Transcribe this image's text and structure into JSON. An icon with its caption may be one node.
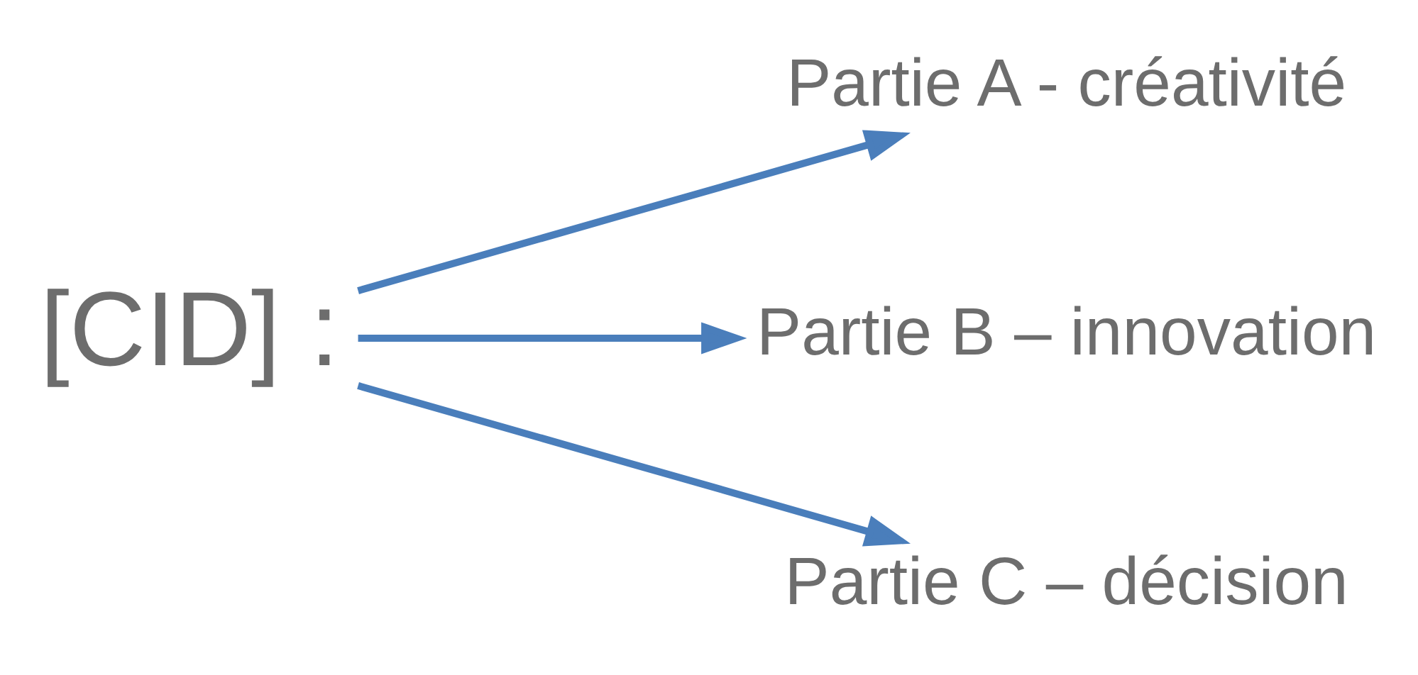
{
  "diagram": {
    "nodes": [
      {
        "text": [
          "[CID] :"
        ]
      },
      {
        "text": [
          "Partie A - créativité"
        ]
      },
      {
        "text": [
          "Partie B – innovation"
        ]
      },
      {
        "text": [
          "Partie C – décision"
        ]
      }
    ],
    "edges": [
      {
        "from": 0,
        "to": 1,
        "arrow": "to"
      },
      {
        "from": 0,
        "to": 2,
        "arrow": "to"
      },
      {
        "from": 0,
        "to": 3,
        "arrow": "to"
      }
    ]
  }
}
